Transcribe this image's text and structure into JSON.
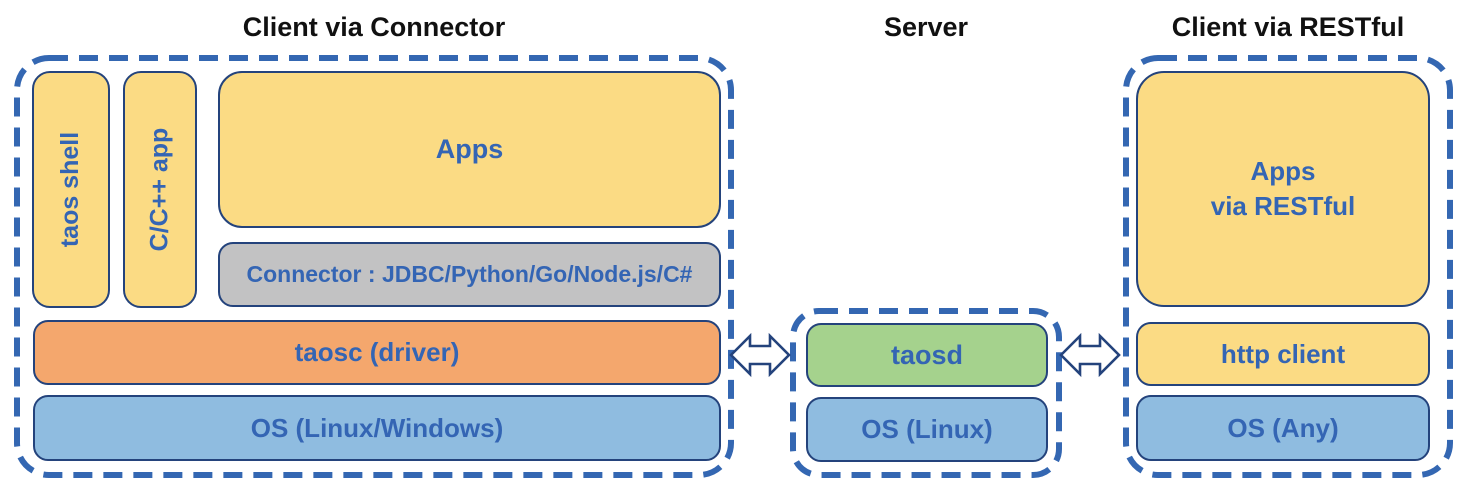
{
  "diagram": {
    "client_connector": {
      "title": "Client via Connector",
      "boxes": {
        "taos_shell": "taos shell",
        "cpp_app": "C/C++ app",
        "apps": "Apps",
        "connector": "Connector : JDBC/Python/Go/Node.js/C#",
        "taosc": "taosc (driver)",
        "os": "OS (Linux/Windows)"
      }
    },
    "server": {
      "title": "Server",
      "boxes": {
        "taosd": "taosd",
        "os": "OS (Linux)"
      }
    },
    "client_restful": {
      "title": "Client via RESTful",
      "boxes": {
        "apps": "Apps\nvia RESTful",
        "http_client": "http client",
        "os": "OS (Any)"
      }
    },
    "connections": [
      {
        "from": "client_connector",
        "to": "server",
        "type": "bidirectional-arrow"
      },
      {
        "from": "server",
        "to": "client_restful",
        "type": "bidirectional-arrow"
      }
    ],
    "colors": {
      "box_yellow": "#FBDB84",
      "box_gray": "#C2C2C3",
      "box_orange": "#F4A76D",
      "box_blue": "#8FBCE0",
      "box_green": "#A5D28D",
      "box_border": "#24437C",
      "label_text": "#3465B4",
      "dashed_outline": "#3467B2",
      "title_text": "#111111"
    }
  }
}
